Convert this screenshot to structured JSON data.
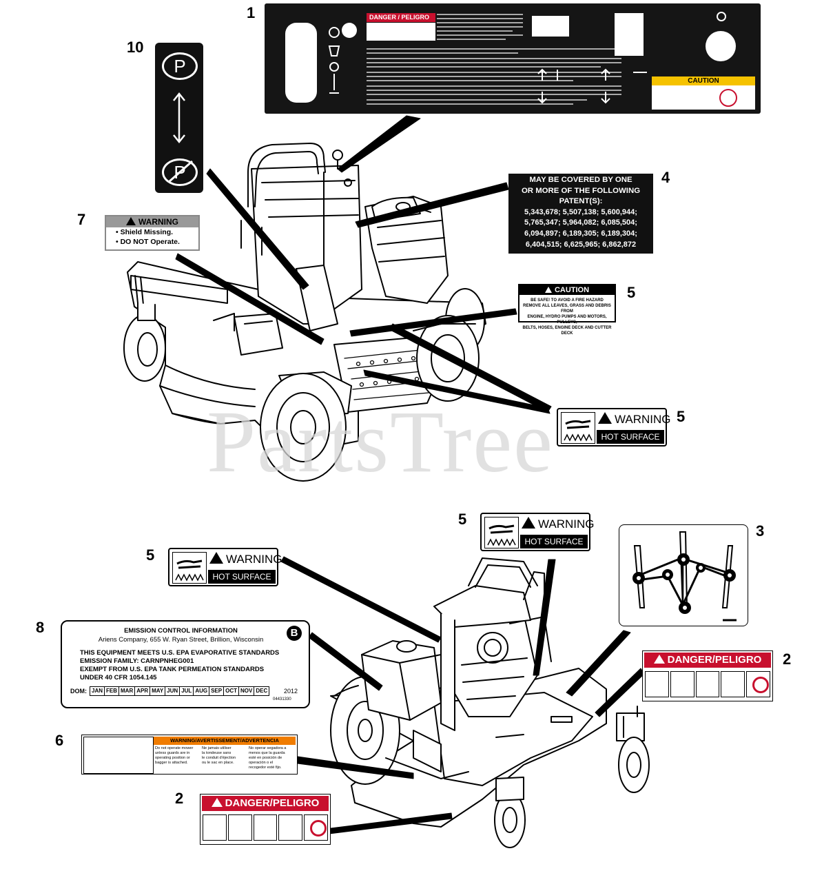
{
  "watermark": "PartsTree",
  "callouts": {
    "c1": "1",
    "c10": "10",
    "c4": "4",
    "c7": "7",
    "c5a": "5",
    "c5b": "5",
    "c5c": "5",
    "c5d": "5",
    "c3": "3",
    "c8": "8",
    "c2a": "2",
    "c6": "6",
    "c2b": "2"
  },
  "decal_parking": {
    "top_symbol": "P",
    "bottom_symbol": "P"
  },
  "decal_control_panel": {
    "danger_title": "DANGER / PELIGRO",
    "caution_title": "CAUTION"
  },
  "decal_patent": {
    "lines": [
      "MAY BE COVERED BY ONE",
      "OR MORE OF THE FOLLOWING",
      "PATENT(S):",
      "5,343,678; 5,507,138; 5,600,944;",
      "5,765,347; 5,964,082; 6,085,504;",
      "6,094,897; 6,189,305; 6,189,304;",
      "6,404,515; 6,625,965; 6,862,872"
    ]
  },
  "decal_shield_warning": {
    "title": "WARNING",
    "items": [
      "Shield Missing.",
      "DO NOT Operate."
    ]
  },
  "decal_caution_fire": {
    "title": "CAUTION",
    "line1": "BE SAFE! TO AVOID A FIRE HAZARD",
    "line2": "REMOVE ALL LEAVES, GRASS AND DEBRIS FROM",
    "line3": "ENGINE, HYDRO PUMPS AND MOTORS, PULLEYS,",
    "line4": "BELTS, HOSES, ENGINE DECK AND CUTTER DECK"
  },
  "decal_hot_surface": {
    "title": "WARNING",
    "subtitle": "HOT SURFACE"
  },
  "decal_emission": {
    "title": "EMISSION CONTROL INFORMATION",
    "company": "Ariens Company, 655 W. Ryan Street, Brillion, Wisconsin",
    "badge": "B",
    "line1": "THIS EQUIPMENT MEETS U.S. EPA EVAPORATIVE STANDARDS",
    "line2": "EMISSION FAMILY: CARNPNHEG001",
    "line3": "EXEMPT FROM U.S. EPA TANK PERMEATION STANDARDS",
    "line4": "UNDER 40 CFR 1054.145",
    "dom_label": "DOM:",
    "months": [
      "JAN",
      "FEB",
      "MAR",
      "APR",
      "MAY",
      "JUN",
      "JUL",
      "AUG",
      "SEP",
      "OCT",
      "NOV",
      "DEC"
    ],
    "year": "2012",
    "part_no": "04431330"
  },
  "decal_danger": {
    "title": "DANGER/PELIGRO"
  },
  "decal_multilingual_warning": {
    "title": "WARNING/AVERTISSEMENT/ADVERTENCIA",
    "col1": [
      "Do not operate mower",
      "unless guards are in",
      "operating position or",
      "bagger is attached."
    ],
    "col2": [
      "Ne jamais utiliser",
      "la tondeuse sans",
      "le conduit d'éjection",
      "ou le sac en place."
    ],
    "col3": [
      "No operar segadora a",
      "menos que la guarda",
      "esté en posición de",
      "operación o el",
      "recogedor esté fijo."
    ]
  }
}
